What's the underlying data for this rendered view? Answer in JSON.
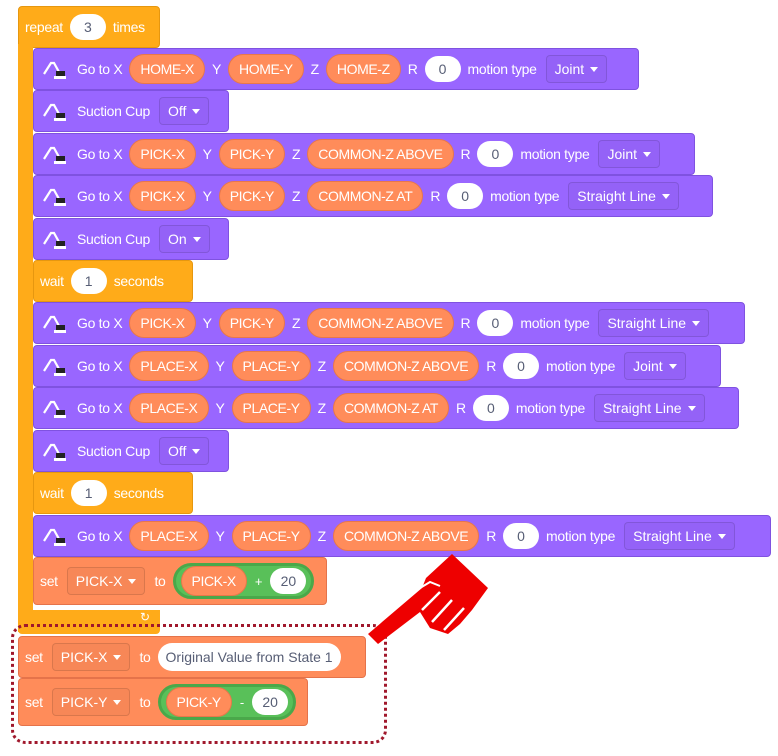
{
  "repeat": {
    "label": "repeat",
    "count": "3",
    "suffix": "times"
  },
  "blocks": [
    {
      "type": "goto",
      "x_label": "Go to X",
      "x": "HOME-X",
      "y_label": "Y",
      "y": "HOME-Y",
      "z_label": "Z",
      "z": "HOME-Z",
      "r_label": "R",
      "r": "0",
      "mt_label": "motion type",
      "mt": "Joint"
    },
    {
      "type": "suction",
      "label": "Suction Cup",
      "value": "Off"
    },
    {
      "type": "goto",
      "x_label": "Go to X",
      "x": "PICK-X",
      "y_label": "Y",
      "y": "PICK-Y",
      "z_label": "Z",
      "z": "COMMON-Z ABOVE",
      "r_label": "R",
      "r": "0",
      "mt_label": "motion type",
      "mt": "Joint"
    },
    {
      "type": "goto",
      "x_label": "Go to X",
      "x": "PICK-X",
      "y_label": "Y",
      "y": "PICK-Y",
      "z_label": "Z",
      "z": "COMMON-Z AT",
      "r_label": "R",
      "r": "0",
      "mt_label": "motion type",
      "mt": "Straight Line"
    },
    {
      "type": "suction",
      "label": "Suction Cup",
      "value": "On"
    },
    {
      "type": "wait",
      "label": "wait",
      "value": "1",
      "suffix": "seconds"
    },
    {
      "type": "goto",
      "x_label": "Go to X",
      "x": "PICK-X",
      "y_label": "Y",
      "y": "PICK-Y",
      "z_label": "Z",
      "z": "COMMON-Z ABOVE",
      "r_label": "R",
      "r": "0",
      "mt_label": "motion type",
      "mt": "Straight Line"
    },
    {
      "type": "goto",
      "x_label": "Go to X",
      "x": "PLACE-X",
      "y_label": "Y",
      "y": "PLACE-Y",
      "z_label": "Z",
      "z": "COMMON-Z ABOVE",
      "r_label": "R",
      "r": "0",
      "mt_label": "motion type",
      "mt": "Joint"
    },
    {
      "type": "goto",
      "x_label": "Go to X",
      "x": "PLACE-X",
      "y_label": "Y",
      "y": "PLACE-Y",
      "z_label": "Z",
      "z": "COMMON-Z AT",
      "r_label": "R",
      "r": "0",
      "mt_label": "motion type",
      "mt": "Straight Line"
    },
    {
      "type": "suction",
      "label": "Suction Cup",
      "value": "Off"
    },
    {
      "type": "wait",
      "label": "wait",
      "value": "1",
      "suffix": "seconds"
    },
    {
      "type": "goto",
      "x_label": "Go to X",
      "x": "PLACE-X",
      "y_label": "Y",
      "y": "PLACE-Y",
      "z_label": "Z",
      "z": "COMMON-Z ABOVE",
      "r_label": "R",
      "r": "0",
      "mt_label": "motion type",
      "mt": "Straight Line"
    },
    {
      "type": "set_op",
      "label": "set",
      "var": "PICK-X",
      "to": "to",
      "operand": "PICK-X",
      "op": "+",
      "value": "20"
    }
  ],
  "after": [
    {
      "type": "set_text",
      "label": "set",
      "var": "PICK-X",
      "to": "to",
      "value": "Original Value from State 1"
    },
    {
      "type": "set_op",
      "label": "set",
      "var": "PICK-Y",
      "to": "to",
      "operand": "PICK-Y",
      "op": "-",
      "value": "20"
    }
  ],
  "annotation": {
    "icon": "pointing-hand-icon",
    "color": "#ee0000",
    "box_color": "#a0182c"
  },
  "colors": {
    "motion": "#9966ff",
    "control": "#ffab19",
    "variable": "#ff8c5a",
    "operator": "#59c059"
  }
}
